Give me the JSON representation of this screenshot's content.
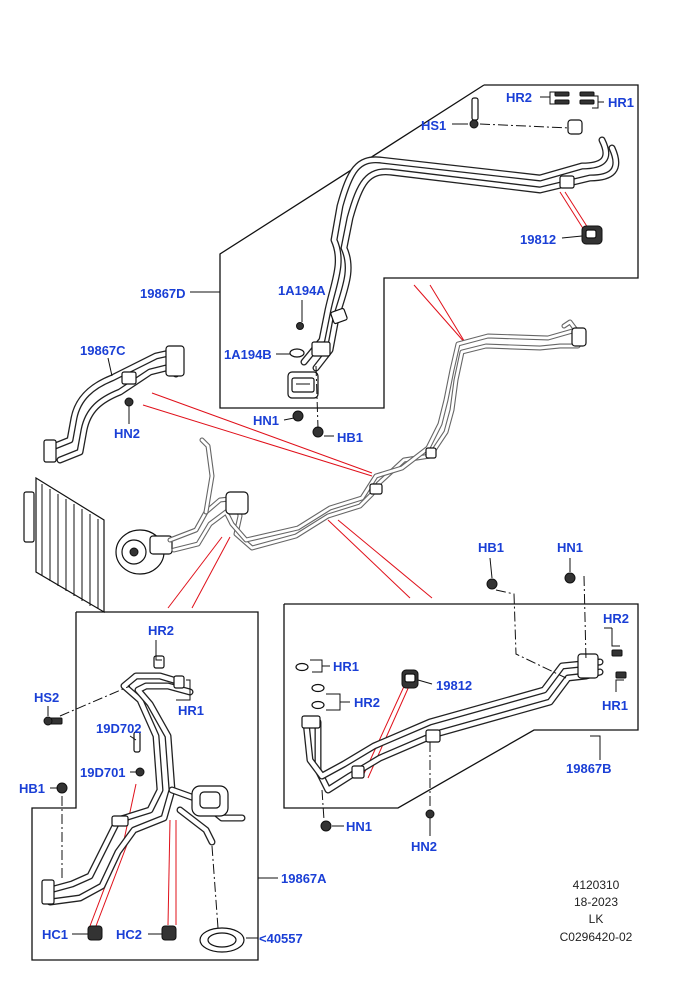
{
  "callouts": {
    "hr2_top": "HR2",
    "hr1_top": "HR1",
    "hs1": "HS1",
    "p19812_top": "19812",
    "p19867d": "19867D",
    "p1a194a": "1A194A",
    "p1a194b": "1A194B",
    "hn1_top": "HN1",
    "hb1_top": "HB1",
    "p19867c": "19867C",
    "hn2_left": "HN2",
    "hb1_right": "HB1",
    "hn1_right": "HN1",
    "hr2_right": "HR2",
    "hr1_right": "HR1",
    "hr1_mid": "HR1",
    "p19812_mid": "19812",
    "hr2_mid": "HR2",
    "p19867b": "19867B",
    "hn1_bottom": "HN1",
    "hn2_bottom": "HN2",
    "hr2_left": "HR2",
    "hs2": "HS2",
    "hr1_left": "HR1",
    "p19d702": "19D702",
    "p19d701": "19D701",
    "hb1_left": "HB1",
    "p19867a": "19867A",
    "hc1": "HC1",
    "hc2": "HC2",
    "p40557": "<40557"
  },
  "reference_block": {
    "line1": "4120310",
    "line2": "18-2023",
    "line3": "LK",
    "line4": "C0296420-02"
  },
  "colors": {
    "callout_text": "#1a3fd6",
    "leader_red": "#e0101a",
    "line_black": "#111111"
  }
}
